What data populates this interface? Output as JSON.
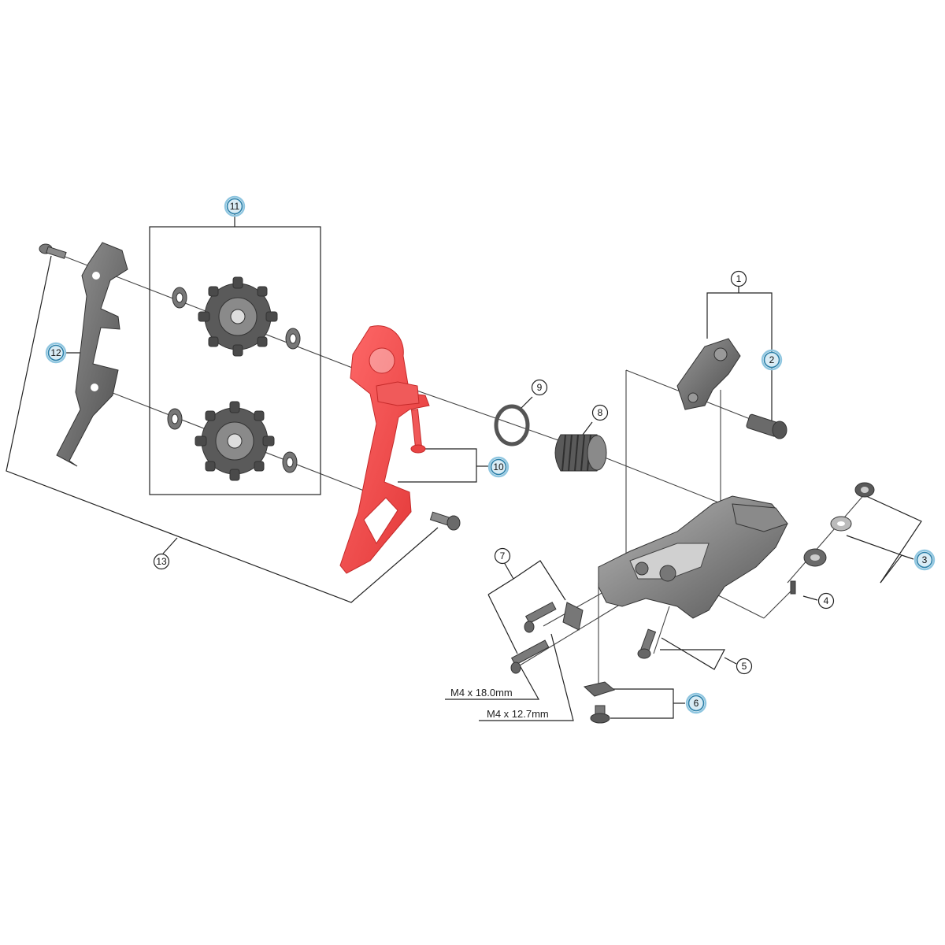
{
  "callouts": [
    {
      "id": "c1",
      "label": "1",
      "highlighted": false
    },
    {
      "id": "c2",
      "label": "2",
      "highlighted": true
    },
    {
      "id": "c3",
      "label": "3",
      "highlighted": true
    },
    {
      "id": "c4",
      "label": "4",
      "highlighted": false
    },
    {
      "id": "c5",
      "label": "5",
      "highlighted": false
    },
    {
      "id": "c6",
      "label": "6",
      "highlighted": true
    },
    {
      "id": "c7",
      "label": "7",
      "highlighted": false
    },
    {
      "id": "c8",
      "label": "8",
      "highlighted": false
    },
    {
      "id": "c9",
      "label": "9",
      "highlighted": false
    },
    {
      "id": "c10",
      "label": "10",
      "highlighted": true
    },
    {
      "id": "c11",
      "label": "11",
      "highlighted": true
    },
    {
      "id": "c12",
      "label": "12",
      "highlighted": true
    },
    {
      "id": "c13",
      "label": "13",
      "highlighted": false
    }
  ],
  "dimensions": {
    "bolt_long": "M4 x 18.0mm",
    "bolt_short": "M4 x 12.7mm"
  },
  "colors": {
    "highlight_part": "#f04848",
    "part_gray": "#6f6f6f",
    "part_dark": "#3f3f3f",
    "callout_accent": "#2a7fa8"
  }
}
